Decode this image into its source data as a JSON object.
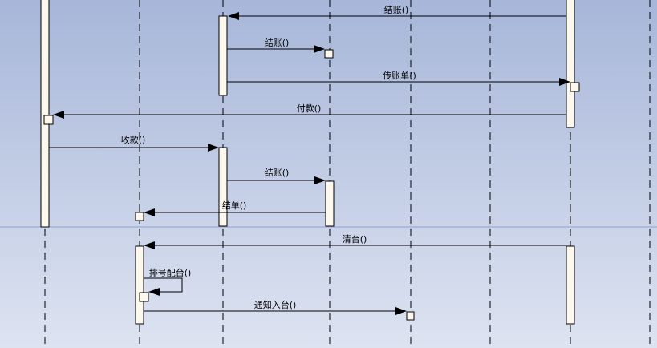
{
  "diagram": {
    "type": "sequence",
    "colors": {
      "background_top": "#a7b6d9",
      "background_bottom": "#dde3f1",
      "activation_fill": "#fdf8ee",
      "line": "#000000"
    },
    "lifeline_count": 8,
    "messages": [
      {
        "id": "m1",
        "label": "结账()",
        "from": 6,
        "to": 2
      },
      {
        "id": "m2",
        "label": "结账()",
        "from": 2,
        "to": 3
      },
      {
        "id": "m3",
        "label": "传账单()",
        "from": 2,
        "to": 6
      },
      {
        "id": "m4",
        "label": "付款()",
        "from": 6,
        "to": 0
      },
      {
        "id": "m5",
        "label": "收款()",
        "from": 0,
        "to": 2
      },
      {
        "id": "m6",
        "label": "结账()",
        "from": 2,
        "to": 3
      },
      {
        "id": "m7",
        "label": "结单()",
        "from": 3,
        "to": 1
      },
      {
        "id": "m8",
        "label": "清台()",
        "from": 6,
        "to": 1
      },
      {
        "id": "m9",
        "label": "排号配台()",
        "from": 1,
        "to": 1
      },
      {
        "id": "m10",
        "label": "通知入台()",
        "from": 1,
        "to": 4
      }
    ]
  }
}
